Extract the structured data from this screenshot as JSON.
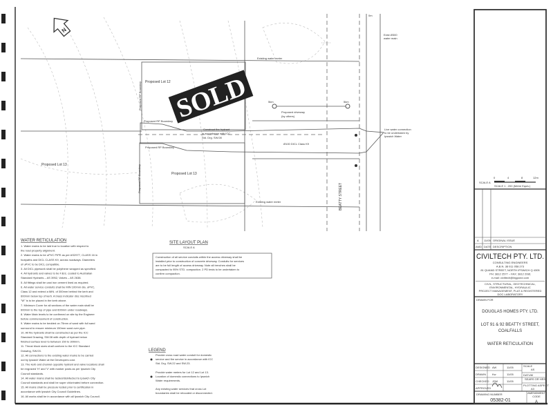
{
  "drawing": {
    "stamp": "SOLD",
    "plan_labels": {
      "proposed_lot_12": "Proposed Lot 12",
      "proposed_lot_13_left": "Proposed Lot 13",
      "proposed_lot_13": "Proposed Lot 13",
      "proposed_rp_boundary_top": "Proposed RP Boundary",
      "proposed_rp_boundary_bottom": "Proposed RP Boundary",
      "proposed_rp_boundary_vert1": "Proposed RP Boundary",
      "proposed_rp_boundary_vert2": "Proposed RP Boundary",
      "existing_water_meter_top": "Existing water meter",
      "existing_water_meter_bottom": "Existing water meter",
      "fire_hydrant": [
        "Construct fire hydrant",
        "in accordance with ICC",
        "Std. Drg. SW.08"
      ],
      "proposed_driveway": [
        "Proposed driveway",
        "(by others)"
      ],
      "pipe": "Ø100 DICL Class K9",
      "sign_left": "5km",
      "sign_right": "5km",
      "exist_main": [
        "Exist Ø300",
        "water main"
      ],
      "live_connection": [
        "Live water connection",
        "to be undertaken by",
        "Ipswich Water"
      ],
      "beatty_street": "BEATTY STREET",
      "chainage": "0m"
    },
    "north_arrow": "north-arrow-icon",
    "site_layout_title": "SITE LAYOUT PLAN",
    "site_layout_scale": "SCALE A",
    "construction_note": [
      "Construction of all service conduits within the access driveway shall be",
      "installed prior to construction of concrete driveway. Conduits for services",
      "are to be full length of access driveway. Note all trenches shall be",
      "compacted to 95% STD. compaction. 2 PD tests to be undertaken to",
      "confirm compaction."
    ],
    "water_reticulation": {
      "title": "WATER RETICULATION",
      "notes": [
        "1.  Water mains to be laid true to location with respect to",
        "     the road property alignment.",
        "2.  Water mains to be uPVC PIPE as per AS2977, CLASS 16 in",
        "     footpaths and DICL CLASS K9, across roadways.  Diameters",
        "     of uPVC to be DICL compatible.",
        "3.  All DICL pipework shall be polythene wrapped as specified.",
        "4.  All hydrants and valves to be F.B.E. coated to Australian",
        "     Standard Hydrants – AS 3952, Valves – AS 2638.",
        "5.  All fittings shall be cast iron cement lined as required.",
        "6.  All water service conduits shall be MIN 100mm dia. uPVC,",
        "     Class 12 and extend a MIN. of 300mm behind the kerb and",
        "     600mm below top of kerb. A brass indicator disc inscribed",
        "     \"W\" is to be placed in the kerb above.",
        "7.  Minimum Cover for all sections of the water main shall be",
        "     600mm to the top of pipe and 600mm under roadways.",
        "8.  Water Main levels to be confirmed on site by the Engineer",
        "     before commencement of construction.",
        "9.  Water mains to be bedded on 75mm of sand with full sand",
        "     surround to ensure minimum 150mm sand over pipe.",
        "10. All fire hydrants shall be constructed as per the ICC",
        "     Standard Drawing, SW.08 with depth of hydrant below",
        "     finished surface level to between 150 to 300mm.",
        "11. Thrust block sizes shall conform to the ICC Standard",
        "     Drawing, SW.03.",
        "12. All connections to the existing water mains to be carried",
        "     out by Ipswich Water at the Developers cost.",
        "13. The kerb and channel opposite hydrant and valve locations shall",
        "     be engraved 'H' and 'V' with marker posts as per Ipswich City",
        "     Council standards.",
        "14. All water mains shall be tested/disinfected to Ipswich City",
        "     Council standards and shall be super chlorinated before connection.",
        "15. All mains shall be pressure tested prior to certification in",
        "     accordance with Ipswich City Council Guidelines.",
        "16. All works shall be in accordance with all Ipswich City Council."
      ]
    },
    "legend": {
      "title": "LEGEND",
      "items": [
        [
          "Provide cross road water conduit for domestic",
          "service and fire service in accordance with ICC",
          "Std. Drg. SW.22 and SW.23."
        ],
        [
          "Provide water meters for Lot 12 and Lot 13.",
          "Location of domestic connections to Ipswich",
          "Water requirements."
        ],
        [
          "Any existing water services that cross Lot",
          "boundaries shall be relocated or disconnected."
        ]
      ]
    },
    "scale_bar": {
      "label": "SCALE A",
      "ticks": [
        "0",
        "4",
        "8",
        "12m"
      ],
      "caption": "SCALE 1 : 200   (Metre Equiv.)"
    },
    "revisions": [
      [
        "A",
        "11/05",
        "ORIGINAL ISSUE"
      ],
      [
        "AMD",
        "DATE",
        "DESCRIPTION"
      ]
    ]
  },
  "title_block": {
    "company": "CIVILTECH PTY. LTD.",
    "subtitle": "CONSULTING ENGINEERS",
    "abn": "A.B.N. 38 011 058 273",
    "address": "81 QUAND STREET, NORTH IPSWICH Q 4305",
    "phone": "PH: 3812 2577  –  FAX: 3812 2081",
    "email": "e-mail: civiltech@bigpond.com",
    "services": [
      "CIVIL, STRUCTURAL, GEOTECHNICAL, ENVIRONMENTAL, HYDRAULIC",
      "PROJECT MANAGEMENT, PLAT & REGISTERED DOC LABORATORY"
    ],
    "client_label": "DRAWN FOR",
    "client": "DOUGLAS HOMES PTY. LTD.",
    "project_line1": "LOT 91 & 92 BEATTY STREET,",
    "project_line2": "COALFALLS",
    "drawing_title": "WATER RETICULATION",
    "table": [
      [
        "DESIGNED",
        "AW",
        "11/05"
      ],
      [
        "DRAWN",
        "Kw",
        "11/05"
      ],
      [
        "CHECKED",
        "JSM",
        "11/05"
      ],
      [
        "APPROVED",
        "",
        ""
      ]
    ],
    "scale_label": "SCALE",
    "scale_value": "AS",
    "datum_label": "DATUM",
    "datum_value": "SEARS OR HRS",
    "job_label": "PLOTTING ASPECT",
    "job_value": "A3",
    "drawing_no_label": "DRAWING NUMBER",
    "drawing_no": "05382-01",
    "amendment_label": "AMENDMENT CODE",
    "amendment": "A"
  }
}
